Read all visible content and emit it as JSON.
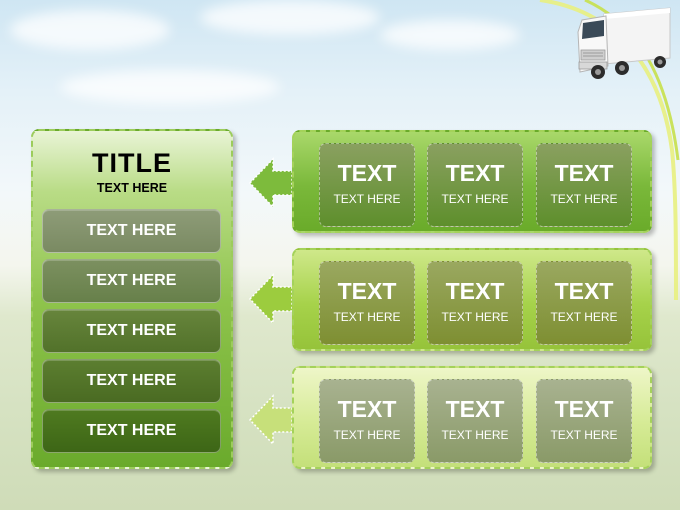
{
  "left_panel": {
    "title": "TITLE",
    "subtitle": "TEXT HERE",
    "items": [
      "TEXT HERE",
      "TEXT HERE",
      "TEXT HERE",
      "TEXT HERE",
      "TEXT HERE"
    ]
  },
  "rows": [
    {
      "boxes": [
        {
          "heading": "TEXT",
          "text": "TEXT HERE"
        },
        {
          "heading": "TEXT",
          "text": "TEXT HERE"
        },
        {
          "heading": "TEXT",
          "text": "TEXT HERE"
        }
      ]
    },
    {
      "boxes": [
        {
          "heading": "TEXT",
          "text": "TEXT HERE"
        },
        {
          "heading": "TEXT",
          "text": "TEXT HERE"
        },
        {
          "heading": "TEXT",
          "text": "TEXT HERE"
        }
      ]
    },
    {
      "boxes": [
        {
          "heading": "TEXT",
          "text": "TEXT HERE"
        },
        {
          "heading": "TEXT",
          "text": "TEXT HERE"
        },
        {
          "heading": "TEXT",
          "text": "TEXT HERE"
        }
      ]
    }
  ],
  "colors": {
    "panel_green": "#7ab83a",
    "box_dark": "#5e8f2c",
    "box_olive": "#82962f",
    "box_gray": "#8a9a68",
    "arrow_green": "#7dbb3c"
  },
  "icons": {
    "truck": "truck-icon",
    "arrow": "arrow-left-icon"
  }
}
